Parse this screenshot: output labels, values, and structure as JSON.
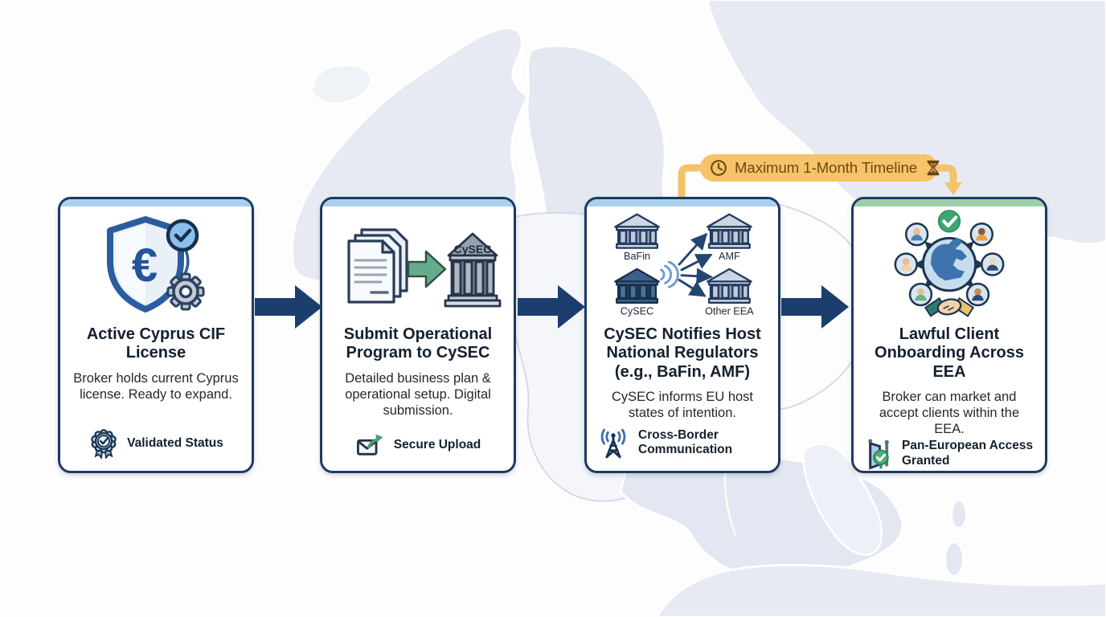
{
  "page": {
    "background_land_color": "#E7EAF3",
    "background_sea_color": "#FDFDFE",
    "map_description": "faded map of Europe"
  },
  "timeline_badge": {
    "label": "Maximum 1-Month Timeline",
    "background_color": "#F6C36A",
    "text_color": "#6F4711",
    "connector_color": "#F4C26A",
    "clock_icon": "clock-icon",
    "hourglass_icon": "hourglass-icon"
  },
  "flow": {
    "arrow_color": "#1B3E6F",
    "card_border_color": "#1D3A5F",
    "steps": [
      {
        "title": "Active Cyprus CIF License",
        "description": "Broker holds current Cyprus license. Ready to expand.",
        "tag": "Validated Status",
        "tag_icon": "rosette-award-icon",
        "icon": "shield-euro-check-gear-icon",
        "accent_color": "#A9D0EF"
      },
      {
        "title": "Submit Operational Program to CySEC",
        "description": "Detailed business plan & operational setup. Digital submission.",
        "tag": "Secure Upload",
        "tag_icon": "envelope-send-icon",
        "icon": "documents-to-regulator-icon",
        "bank_label": "CySEC",
        "accent_color": "#A9D0EF"
      },
      {
        "title": "CySEC Notifies Host National Regulators (e.g., BaFin, AMF)",
        "description": "CySEC informs EU host states of intention.",
        "tag": "Cross-Border Communication",
        "tag_icon": "antenna-broadcast-icon",
        "icon": "regulator-broadcast-network-icon",
        "bank_labels": [
          "BaFin",
          "AMF",
          "CySEC",
          "Other EEA"
        ],
        "accent_color": "#A9D0EF"
      },
      {
        "title": "Lawful Client Onboarding Across EEA",
        "description": "Broker can market and accept clients within the EEA.",
        "tag": "Pan-European Access Granted",
        "tag_icon": "door-access-icon",
        "icon": "globe-clients-network-icon",
        "accent_color": "#9ECFAB"
      }
    ]
  }
}
